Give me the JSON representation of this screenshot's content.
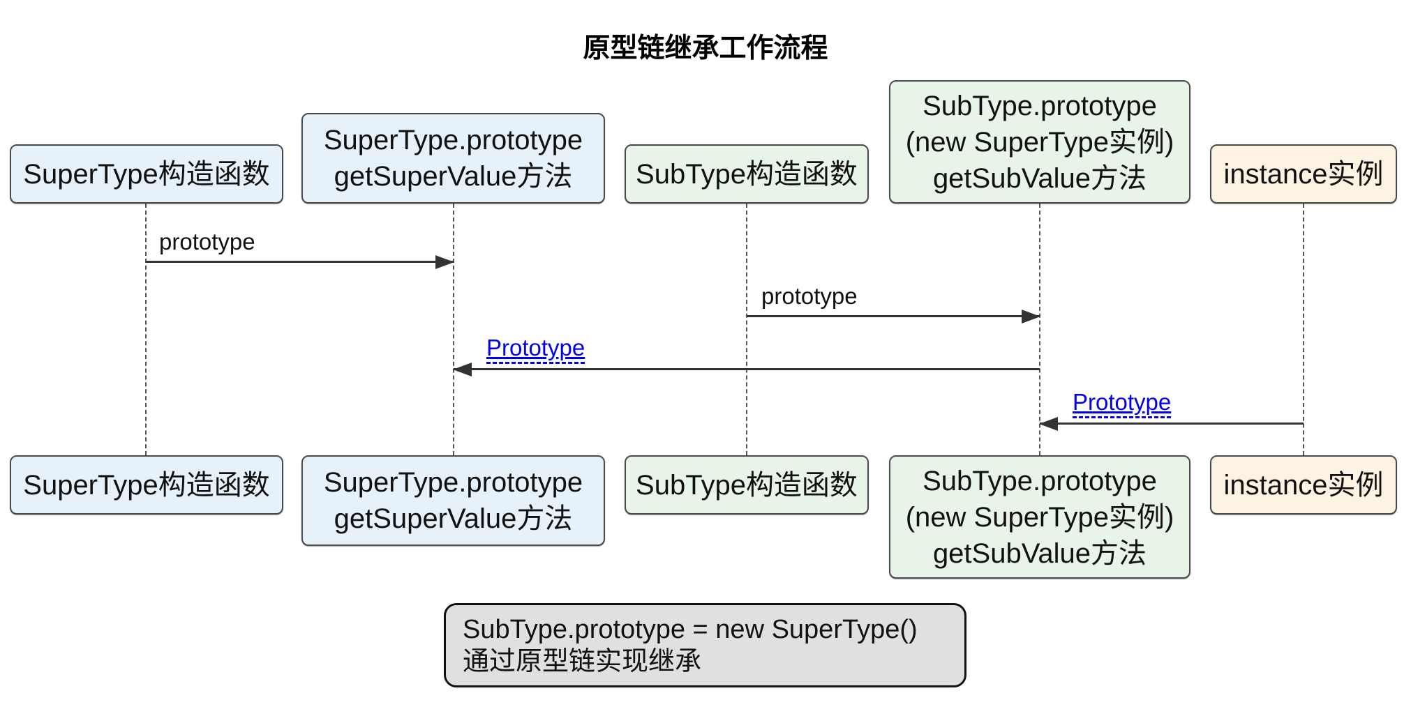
{
  "title": "原型链继承工作流程",
  "diagram_type": "sequence-diagram",
  "participants": [
    {
      "label": "SuperType构造函数",
      "fill": "#e7f1fa"
    },
    {
      "label": "SuperType.prototype\ngetSuperValue方法",
      "fill": "#e7f1fa"
    },
    {
      "label": "SubType构造函数",
      "fill": "#e9f4e9"
    },
    {
      "label": "SubType.prototype\n(new SuperType实例)\ngetSubValue方法",
      "fill": "#e9f4e9"
    },
    {
      "label": "instance实例",
      "fill": "#fdf3e3"
    }
  ],
  "messages": [
    {
      "label": "prototype",
      "from": "SuperType构造函数",
      "to": "SuperType.prototype getSuperValue方法",
      "direction": "right",
      "style": "plain"
    },
    {
      "label": "prototype",
      "from": "SubType构造函数",
      "to": "SubType.prototype (new SuperType实例) getSubValue方法",
      "direction": "right",
      "style": "plain"
    },
    {
      "label": "Prototype",
      "from": "SubType.prototype (new SuperType实例) getSubValue方法",
      "to": "SuperType.prototype getSuperValue方法",
      "direction": "left",
      "style": "link"
    },
    {
      "label": "Prototype",
      "from": "instance实例",
      "to": "SubType.prototype (new SuperType实例) getSubValue方法",
      "direction": "left",
      "style": "link"
    }
  ],
  "note": "SubType.prototype = new SuperType()\n通过原型链实现继承",
  "colors": {
    "background": "#ffffff",
    "participant_blue_fill": "#e7f1fa",
    "participant_green_fill": "#e9f4e9",
    "participant_orange_fill": "#fdf3e3",
    "participant_border": "#4a4a4a",
    "lifeline": "#555555",
    "arrow": "#333333",
    "link_blue": "#0000ee",
    "note_fill": "#e0e0e0",
    "note_border": "#111111",
    "text": "#111111"
  }
}
